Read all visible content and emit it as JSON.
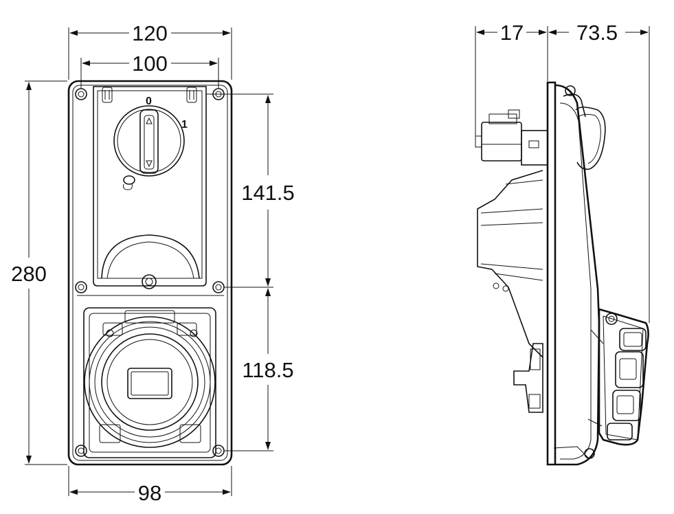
{
  "drawing": {
    "front_view": {
      "switch_positions": {
        "off": "0",
        "on": "1"
      }
    },
    "dimensions": {
      "overall_width": "120",
      "inner_width": "100",
      "overall_height": "280",
      "upper_section_height": "141.5",
      "lower_section_height": "118.5",
      "bottom_width": "98",
      "side_left_depth": "17",
      "side_right_depth": "73.5"
    }
  }
}
